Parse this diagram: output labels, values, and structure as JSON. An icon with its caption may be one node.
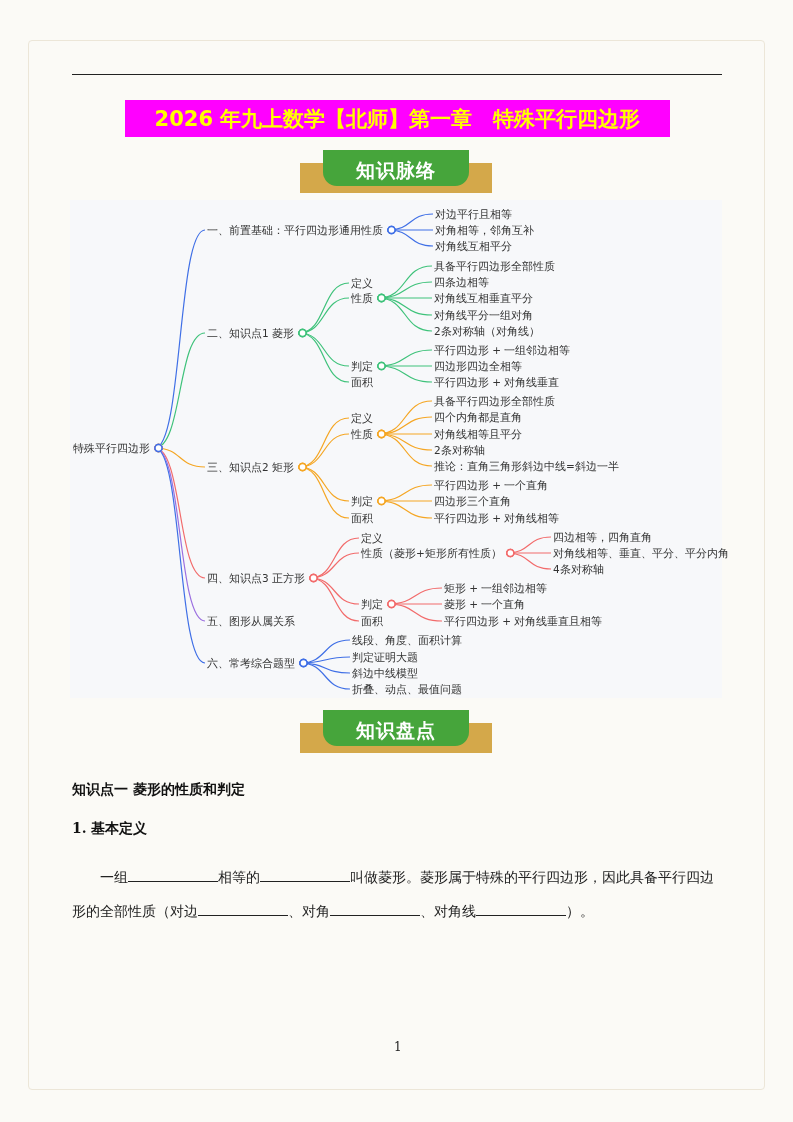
{
  "diagram": {
    "title": "2026 年九上数学【北师】第一章　特殊平行四边形",
    "nodes": [
      {
        "text": [
          "知识脉络"
        ]
      },
      {
        "text": [
          "特殊平行四边形"
        ]
      },
      {
        "text": [
          "一、前置基础：平行四边形通用性质"
        ]
      },
      {
        "text": [
          "对边平行且相等"
        ]
      },
      {
        "text": [
          "对角相等，邻角互补"
        ]
      },
      {
        "text": [
          "对角线互相平分"
        ]
      },
      {
        "text": [
          "二、知识点1 菱形"
        ]
      },
      {
        "text": [
          "定义"
        ]
      },
      {
        "text": [
          "性质"
        ]
      },
      {
        "text": [
          "具备平行四边形全部性质"
        ]
      },
      {
        "text": [
          "四条边相等"
        ]
      },
      {
        "text": [
          "对角线互相垂直平分"
        ]
      },
      {
        "text": [
          "对角线平分一组对角"
        ]
      },
      {
        "text": [
          "2条对称轴（对角线）"
        ]
      },
      {
        "text": [
          "判定"
        ]
      },
      {
        "text": [
          "平行四边形 + 一组邻边相等"
        ]
      },
      {
        "text": [
          "四边形四边全相等"
        ]
      },
      {
        "text": [
          "平行四边形 + 对角线垂直"
        ]
      },
      {
        "text": [
          "面积"
        ]
      },
      {
        "text": [
          "三、知识点2 矩形"
        ]
      },
      {
        "text": [
          "定义"
        ]
      },
      {
        "text": [
          "性质"
        ]
      },
      {
        "text": [
          "具备平行四边形全部性质"
        ]
      },
      {
        "text": [
          "四个内角都是直角"
        ]
      },
      {
        "text": [
          "对角线相等且平分"
        ]
      },
      {
        "text": [
          "2条对称轴"
        ]
      },
      {
        "text": [
          "推论：直角三角形斜边中线=斜边一半"
        ]
      },
      {
        "text": [
          "判定"
        ]
      },
      {
        "text": [
          "平行四边形 + 一个直角"
        ]
      },
      {
        "text": [
          "四边形三个直角"
        ]
      },
      {
        "text": [
          "平行四边形 + 对角线相等"
        ]
      },
      {
        "text": [
          "面积"
        ]
      },
      {
        "text": [
          "四、知识点3 正方形"
        ]
      },
      {
        "text": [
          "定义"
        ]
      },
      {
        "text": [
          "性质（菱形+矩形所有性质）"
        ]
      },
      {
        "text": [
          "四边相等，四角直角"
        ]
      },
      {
        "text": [
          "对角线相等、垂直、平分、平分内角"
        ]
      },
      {
        "text": [
          "4条对称轴"
        ]
      },
      {
        "text": [
          "判定"
        ]
      },
      {
        "text": [
          "矩形 + 一组邻边相等"
        ]
      },
      {
        "text": [
          "菱形 + 一个直角"
        ]
      },
      {
        "text": [
          "平行四边形 + 对角线垂直且相等"
        ]
      },
      {
        "text": [
          "面积"
        ]
      },
      {
        "text": [
          "五、图形从属关系"
        ]
      },
      {
        "text": [
          "六、常考综合题型"
        ]
      },
      {
        "text": [
          "线段、角度、面积计算"
        ]
      },
      {
        "text": [
          "判定证明大题"
        ]
      },
      {
        "text": [
          "斜边中线模型"
        ]
      },
      {
        "text": [
          "折叠、动点、最值问题"
        ]
      },
      {
        "text": [
          "知识盘点"
        ]
      }
    ],
    "edges": [
      {
        "from": 1,
        "to": 2,
        "arrow": "other",
        "color": "#3f6fe6"
      },
      {
        "from": 1,
        "to": 6,
        "arrow": "other",
        "color": "#3ec27a"
      },
      {
        "from": 1,
        "to": 19,
        "arrow": "other",
        "color": "#f5a623"
      },
      {
        "from": 1,
        "to": 32,
        "arrow": "other",
        "color": "#f26b6b"
      },
      {
        "from": 1,
        "to": 43,
        "arrow": "other",
        "color": "#9b6fe0"
      },
      {
        "from": 1,
        "to": 44,
        "arrow": "other",
        "color": "#3f6fe6"
      },
      {
        "from": 2,
        "to": 3,
        "arrow": "other",
        "color": "#3f6fe6"
      },
      {
        "from": 2,
        "to": 4,
        "arrow": "other",
        "color": "#3f6fe6"
      },
      {
        "from": 2,
        "to": 5,
        "arrow": "other",
        "color": "#3f6fe6"
      },
      {
        "from": 6,
        "to": 7,
        "arrow": "other",
        "color": "#3ec27a"
      },
      {
        "from": 6,
        "to": 8,
        "arrow": "other",
        "color": "#3ec27a"
      },
      {
        "from": 6,
        "to": 14,
        "arrow": "other",
        "color": "#3ec27a"
      },
      {
        "from": 6,
        "to": 18,
        "arrow": "other",
        "color": "#3ec27a"
      },
      {
        "from": 8,
        "to": 9,
        "arrow": "other",
        "color": "#3ec27a"
      },
      {
        "from": 8,
        "to": 10,
        "arrow": "other",
        "color": "#3ec27a"
      },
      {
        "from": 8,
        "to": 11,
        "arrow": "other",
        "color": "#3ec27a"
      },
      {
        "from": 8,
        "to": 12,
        "arrow": "other",
        "color": "#3ec27a"
      },
      {
        "from": 8,
        "to": 13,
        "arrow": "other",
        "color": "#3ec27a"
      },
      {
        "from": 14,
        "to": 15,
        "arrow": "other",
        "color": "#3ec27a"
      },
      {
        "from": 14,
        "to": 16,
        "arrow": "other",
        "color": "#3ec27a"
      },
      {
        "from": 14,
        "to": 17,
        "arrow": "other",
        "color": "#3ec27a"
      },
      {
        "from": 19,
        "to": 20,
        "arrow": "other",
        "color": "#f5a623"
      },
      {
        "from": 19,
        "to": 21,
        "arrow": "other",
        "color": "#f5a623"
      },
      {
        "from": 19,
        "to": 27,
        "arrow": "other",
        "color": "#f5a623"
      },
      {
        "from": 19,
        "to": 31,
        "arrow": "other",
        "color": "#f5a623"
      },
      {
        "from": 21,
        "to": 22,
        "arrow": "other",
        "color": "#f5a623"
      },
      {
        "from": 21,
        "to": 23,
        "arrow": "other",
        "color": "#f5a623"
      },
      {
        "from": 21,
        "to": 24,
        "arrow": "other",
        "color": "#f5a623"
      },
      {
        "from": 21,
        "to": 25,
        "arrow": "other",
        "color": "#f5a623"
      },
      {
        "from": 21,
        "to": 26,
        "arrow": "other",
        "color": "#f5a623"
      },
      {
        "from": 27,
        "to": 28,
        "arrow": "other",
        "color": "#f5a623"
      },
      {
        "from": 27,
        "to": 29,
        "arrow": "other",
        "color": "#f5a623"
      },
      {
        "from": 27,
        "to": 30,
        "arrow": "other",
        "color": "#f5a623"
      },
      {
        "from": 32,
        "to": 33,
        "arrow": "other",
        "color": "#f26b6b"
      },
      {
        "from": 32,
        "to": 34,
        "arrow": "other",
        "color": "#f26b6b"
      },
      {
        "from": 32,
        "to": 38,
        "arrow": "other",
        "color": "#f26b6b"
      },
      {
        "from": 32,
        "to": 42,
        "arrow": "other",
        "color": "#f26b6b"
      },
      {
        "from": 34,
        "to": 35,
        "arrow": "other",
        "color": "#f26b6b"
      },
      {
        "from": 34,
        "to": 36,
        "arrow": "other",
        "color": "#f26b6b"
      },
      {
        "from": 34,
        "to": 37,
        "arrow": "other",
        "color": "#f26b6b"
      },
      {
        "from": 38,
        "to": 39,
        "arrow": "other",
        "color": "#f26b6b"
      },
      {
        "from": 38,
        "to": 40,
        "arrow": "other",
        "color": "#f26b6b"
      },
      {
        "from": 38,
        "to": 41,
        "arrow": "other",
        "color": "#f26b6b"
      },
      {
        "from": 44,
        "to": 45,
        "arrow": "other",
        "color": "#3f6fe6"
      },
      {
        "from": 44,
        "to": 46,
        "arrow": "other",
        "color": "#3f6fe6"
      },
      {
        "from": 44,
        "to": 47,
        "arrow": "other",
        "color": "#3f6fe6"
      },
      {
        "from": 44,
        "to": 48,
        "arrow": "other",
        "color": "#3f6fe6"
      }
    ],
    "labels": [
      "知识点一 菱形的性质和判定",
      "1. 基本定义",
      "一组",
      "相等的",
      "叫做菱形。菱形属于特殊的平行四边形，因此具备平行四边形的全部性质（对边",
      "、对角",
      "、对角线",
      "）。",
      "1"
    ]
  }
}
